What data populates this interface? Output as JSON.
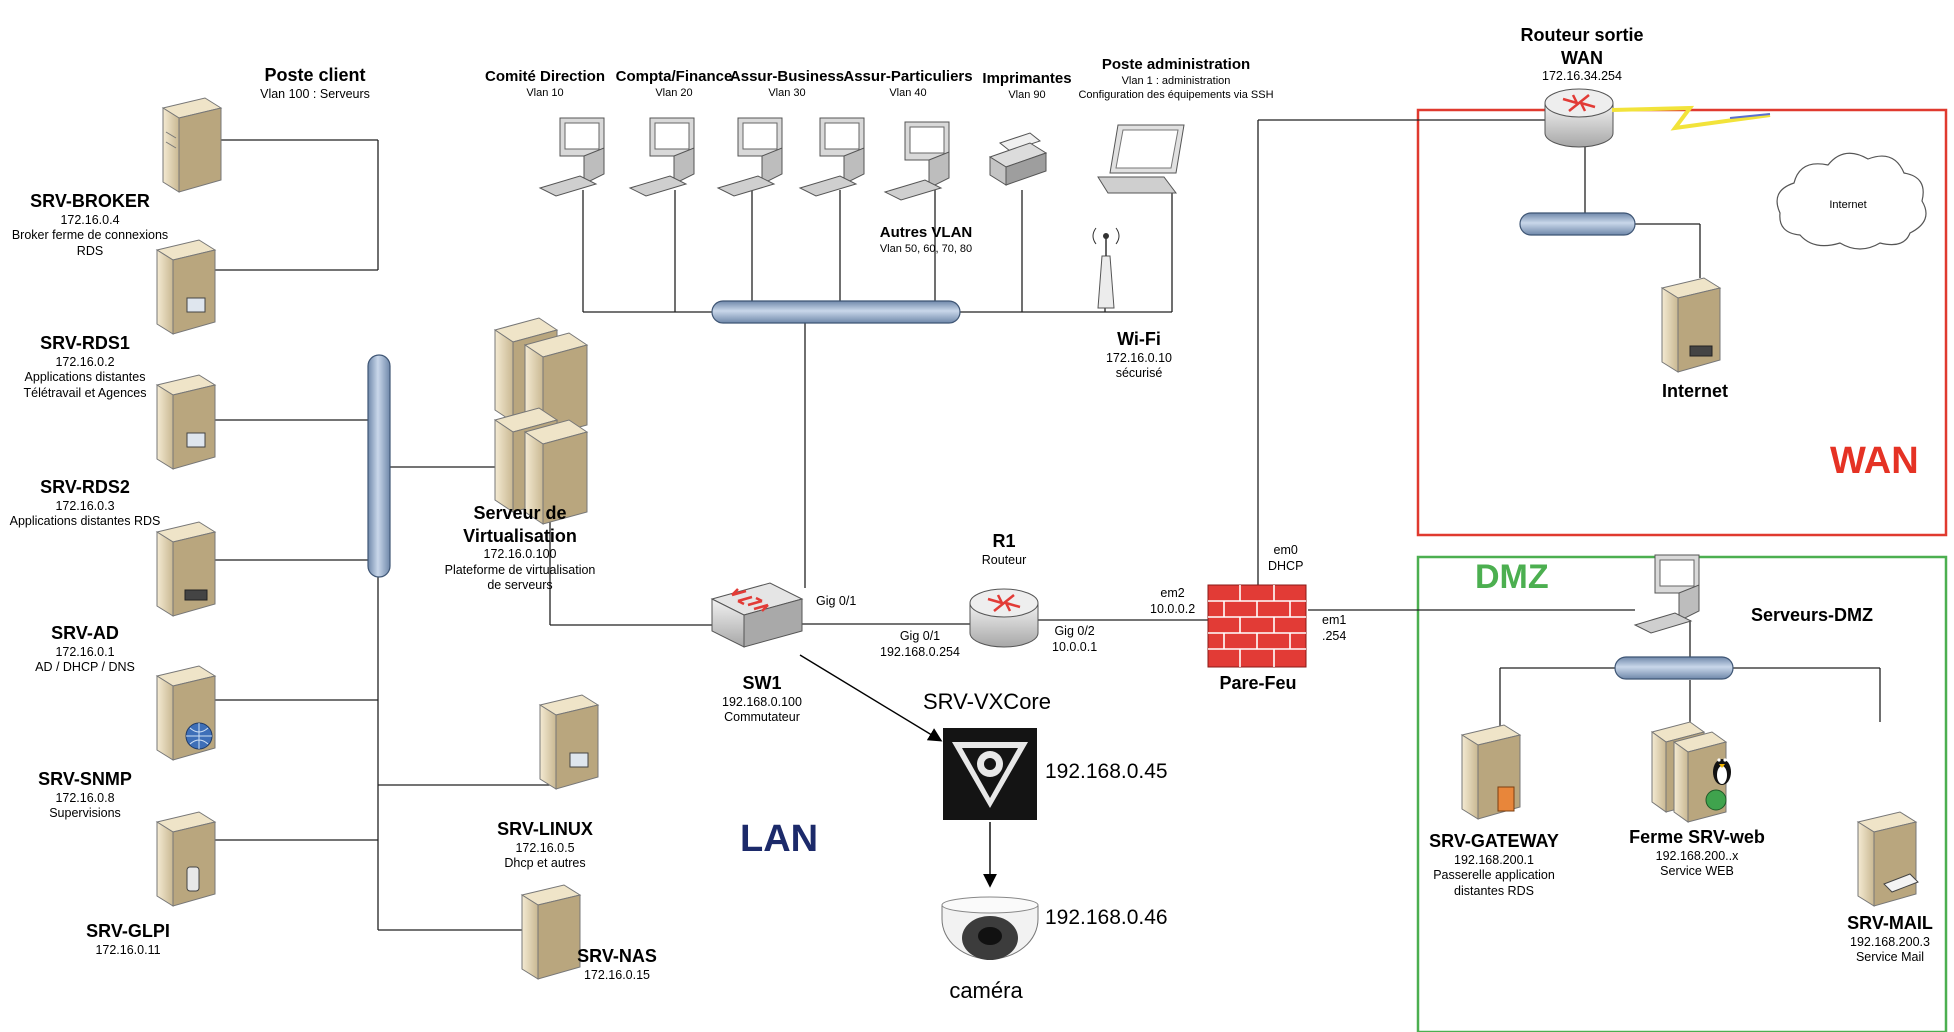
{
  "colors": {
    "wan_border": "#e03a2f",
    "dmz_border": "#4caf50",
    "wan_text": "#e53224",
    "dmz_text": "#4caf50",
    "lan_text": "#1c2a6a",
    "backbone": "#9fb6d3",
    "firewall": "#e23b36"
  },
  "zones": {
    "wan": "WAN",
    "dmz": "DMZ",
    "lan": "LAN"
  },
  "client": {
    "title": "Poste client",
    "sub": "Vlan 100 : Serveurs"
  },
  "servers": [
    {
      "name": "SRV-BROKER",
      "ip": "172.16.0.4",
      "desc1": "Broker ferme de connexions",
      "desc2": "RDS"
    },
    {
      "name": "SRV-RDS1",
      "ip": "172.16.0.2",
      "desc1": "Applications distantes",
      "desc2": "Télétravail et Agences"
    },
    {
      "name": "SRV-RDS2",
      "ip": "172.16.0.3",
      "desc1": "Applications distantes RDS",
      "desc2": ""
    },
    {
      "name": "SRV-AD",
      "ip": "172.16.0.1",
      "desc1": "AD / DHCP / DNS",
      "desc2": ""
    },
    {
      "name": "SRV-SNMP",
      "ip": "172.16.0.8",
      "desc1": "Supervisions",
      "desc2": ""
    },
    {
      "name": "SRV-GLPI",
      "ip": "172.16.0.11",
      "desc1": "",
      "desc2": ""
    }
  ],
  "virt": {
    "name1": "Serveur de",
    "name2": "Virtualisation",
    "ip": "172.16.0.100",
    "desc1": "Plateforme de virtualisation",
    "desc2": "de serveurs"
  },
  "linux": {
    "name": "SRV-LINUX",
    "ip": "172.16.0.5",
    "desc": "Dhcp et autres"
  },
  "nas": {
    "name": "SRV-NAS",
    "ip": "172.16.0.15"
  },
  "vlans": [
    {
      "name": "Comité Direction",
      "vlan": "Vlan 10"
    },
    {
      "name": "Compta/Finance",
      "vlan": "Vlan 20"
    },
    {
      "name": "Assur-Business",
      "vlan": "Vlan 30"
    },
    {
      "name": "Assur-Particuliers",
      "vlan": "Vlan 40"
    },
    {
      "name": "Imprimantes",
      "vlan": "Vlan 90"
    }
  ],
  "admin": {
    "title": "Poste administration",
    "line1": "Vlan 1 : administration",
    "line2": "Configuration des équipements via SSH"
  },
  "autres": {
    "title": "Autres VLAN",
    "sub": "Vlan 50, 60, 70, 80"
  },
  "wifi": {
    "title": "Wi-Fi",
    "ip": "172.16.0.10",
    "desc": "sécurisé"
  },
  "sw1": {
    "name": "SW1",
    "ip": "192.168.0.100",
    "desc": "Commutateur",
    "port": "Gig 0/1"
  },
  "r1": {
    "name": "R1",
    "desc": "Routeur",
    "port_left": "Gig 0/1",
    "ip_left": "192.168.0.254",
    "port_right": "Gig 0/2",
    "ip_right": "10.0.0.1"
  },
  "firewall": {
    "name": "Pare-Feu",
    "em2": "em2",
    "em2_ip": "10.0.0.2",
    "em0": "em0",
    "em0_ip": "DHCP",
    "em1": "em1",
    "em1_ip": ".254"
  },
  "vxcore": {
    "name": "SRV-VXCore",
    "ip": "192.168.0.45"
  },
  "camera": {
    "name": "caméra",
    "ip": "192.168.0.46"
  },
  "wan_router": {
    "name1": "Routeur sortie",
    "name2": "WAN",
    "ip": "172.16.34.254"
  },
  "cloud": {
    "label": "Internet"
  },
  "internet": {
    "name": "Internet"
  },
  "dmz": {
    "servers_label": "Serveurs-DMZ",
    "gateway": {
      "name": "SRV-GATEWAY",
      "ip": "192.168.200.1",
      "desc1": "Passerelle application",
      "desc2": "distantes RDS"
    },
    "web": {
      "name": "Ferme SRV-web",
      "ip": "192.168.200..x",
      "desc": "Service WEB"
    },
    "mail": {
      "name": "SRV-MAIL",
      "ip": "192.168.200.3",
      "desc": "Service Mail"
    }
  }
}
